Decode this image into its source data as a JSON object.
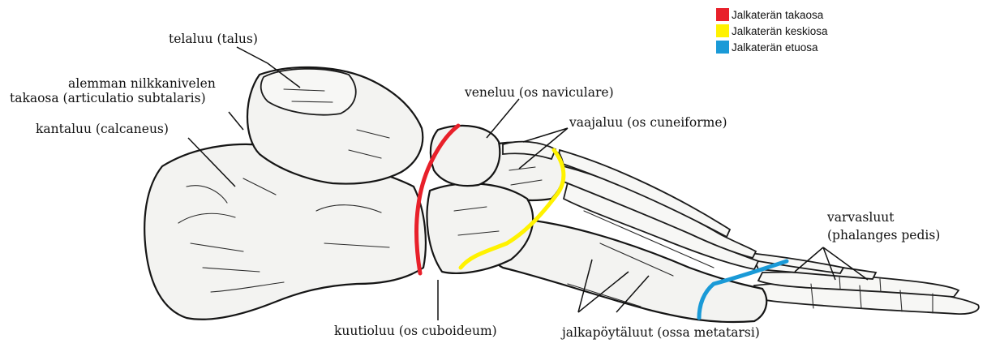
{
  "legend": {
    "items": [
      {
        "label": "Jalkaterän takaosa",
        "color": "#e8202a"
      },
      {
        "label": "Jalkaterän keskiosa",
        "color": "#fff200"
      },
      {
        "label": "Jalkaterän etuosa",
        "color": "#1a9ad7"
      }
    ]
  },
  "labels": {
    "talus": "telaluu (talus)",
    "subtalar_line1": "alemman nilkkanivelen",
    "subtalar_line2": "takaosa (articulatio subtalaris)",
    "calcaneus": "kantaluu (calcaneus)",
    "navicular": "veneluu (os naviculare)",
    "cuneiform": "vaajaluu (os cuneiforme)",
    "phalanges_line1": "varvasluut",
    "phalanges_line2": "(phalanges pedis)",
    "cuboid": "kuutioluu (os cuboideum)",
    "metatarsals": "jalkapöytäluut (ossa metatarsi)"
  },
  "region_colors": {
    "hindfoot": "#e8202a",
    "midfoot": "#fff200",
    "forefoot": "#1a9ad7"
  }
}
